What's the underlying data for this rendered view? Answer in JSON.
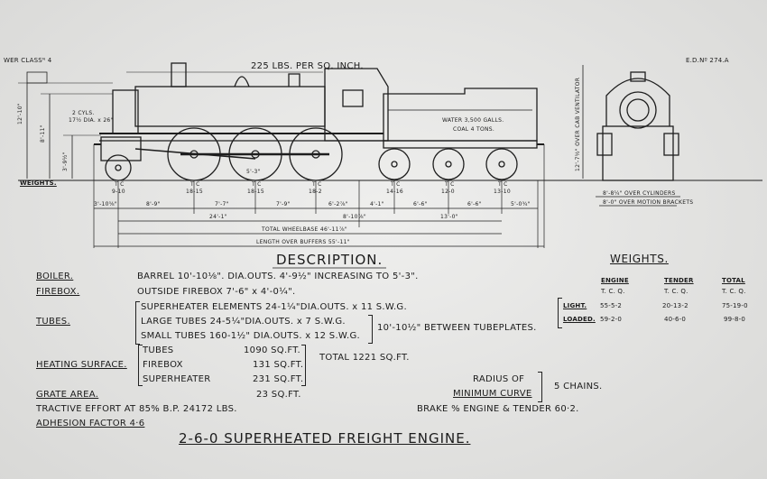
{
  "header": {
    "power_class": "WER CLASSᴺ 4",
    "pressure": "225 LBS. PER SQ. INCH.",
    "drawing_no": "E.D.Nº 274.A"
  },
  "side_view": {
    "cylinders": [
      "2 CYLS.",
      "17½ DIA. x 26\""
    ],
    "height_chimney": "12'-10\"",
    "height_boiler": "8'-11\"",
    "height_platform": "3'-9½\"",
    "tender_label": [
      "WATER 3,500 GALLS.",
      "COAL 4 TONS."
    ],
    "weights_label": "WEIGHTS.",
    "axle_marks": [
      {
        "tc": "T C",
        "w": "9-10"
      },
      {
        "tc": "T C",
        "w": "18-15"
      },
      {
        "tc": "T C",
        "w": "18-15"
      },
      {
        "tc": "T C",
        "w": "18-2"
      },
      {
        "tc": "T C",
        "w": "14-16"
      },
      {
        "tc": "T C",
        "w": "12-0"
      },
      {
        "tc": "T C",
        "w": "13-10"
      }
    ],
    "wheel_dia": "5'-3\"",
    "spacings": [
      "3'-10⅝\"",
      "8'-9\"",
      "7'-7\"",
      "7'-9\"",
      "6'-2⅞\"",
      "4'-1\"",
      "6'-6\"",
      "6'-6\"",
      "5'-0¾\""
    ],
    "engine_wb": "24'-1\"",
    "gap": "8'-10⅞\"",
    "tender_wb": "13'-0\"",
    "total_wheelbase": "TOTAL WHEELBASE 46'-11⅞\"",
    "length_buffers": "LENGTH OVER BUFFERS 55'-11\""
  },
  "end_view": {
    "height_cab": "12'-7½\" OVER CAB VENTILATOR",
    "over_cylinders": "8'-8¼\" OVER CYLINDERS",
    "over_footplate": "8'-0\" OVER MOTION BRACKETS"
  },
  "description": {
    "title": "DESCRIPTION.",
    "boiler_label": "BOILER.",
    "boiler_value": "BARREL 10'-10⅛\". DIA.OUTS. 4'-9½\" INCREASING TO 5'-3\".",
    "firebox_label": "FIREBOX.",
    "firebox_value": "OUTSIDE FIREBOX  7'-6\" x 4'-0¼\".",
    "tubes_label": "TUBES.",
    "tubes_lines": [
      "SUPERHEATER ELEMENTS  24-1¼\"DIA.OUTS. x 11 S.W.G.",
      "LARGE TUBES  24-5¼\"DIA.OUTS. x 7 S.W.G.",
      "SMALL TUBES  160-1½\" DIA.OUTS. x 12 S.W.G."
    ],
    "tubes_between": "10'-10½\" BETWEEN TUBEPLATES.",
    "heating_label": "HEATING SURFACE.",
    "heating_rows": [
      {
        "name": "TUBES",
        "value": "1090 SQ.FT."
      },
      {
        "name": "FIREBOX",
        "value": "131  SQ.FT."
      },
      {
        "name": "SUPERHEATER",
        "value": "231  SQ.FT."
      }
    ],
    "heating_total": "TOTAL  1221 SQ.FT.",
    "grate_label": "GRATE AREA.",
    "grate_value": "23  SQ.FT.",
    "tractive": "TRACTIVE EFFORT AT 85% B.P.   24172 LBS.",
    "adhesion": "ADHESION FACTOR  4·6",
    "radius_label": [
      "RADIUS OF",
      "MINIMUM CURVE"
    ],
    "radius_value": "5 CHAINS.",
    "brake": "BRAKE %  ENGINE & TENDER  60·2."
  },
  "weights": {
    "title": "WEIGHTS.",
    "columns": [
      "ENGINE",
      "TENDER",
      "TOTAL"
    ],
    "units": [
      "T. C. Q.",
      "T. C. Q.",
      "T. C. Q."
    ],
    "rows": [
      {
        "label": "LIGHT.",
        "engine": "55-5-2",
        "tender": "20-13-2",
        "total": "75-19-0"
      },
      {
        "label": "LOADED.",
        "engine": "59-2-0",
        "tender": "40-6-0",
        "total": "99-8-0"
      }
    ]
  },
  "caption": "2-6-0  SUPERHEATED FREIGHT ENGINE."
}
